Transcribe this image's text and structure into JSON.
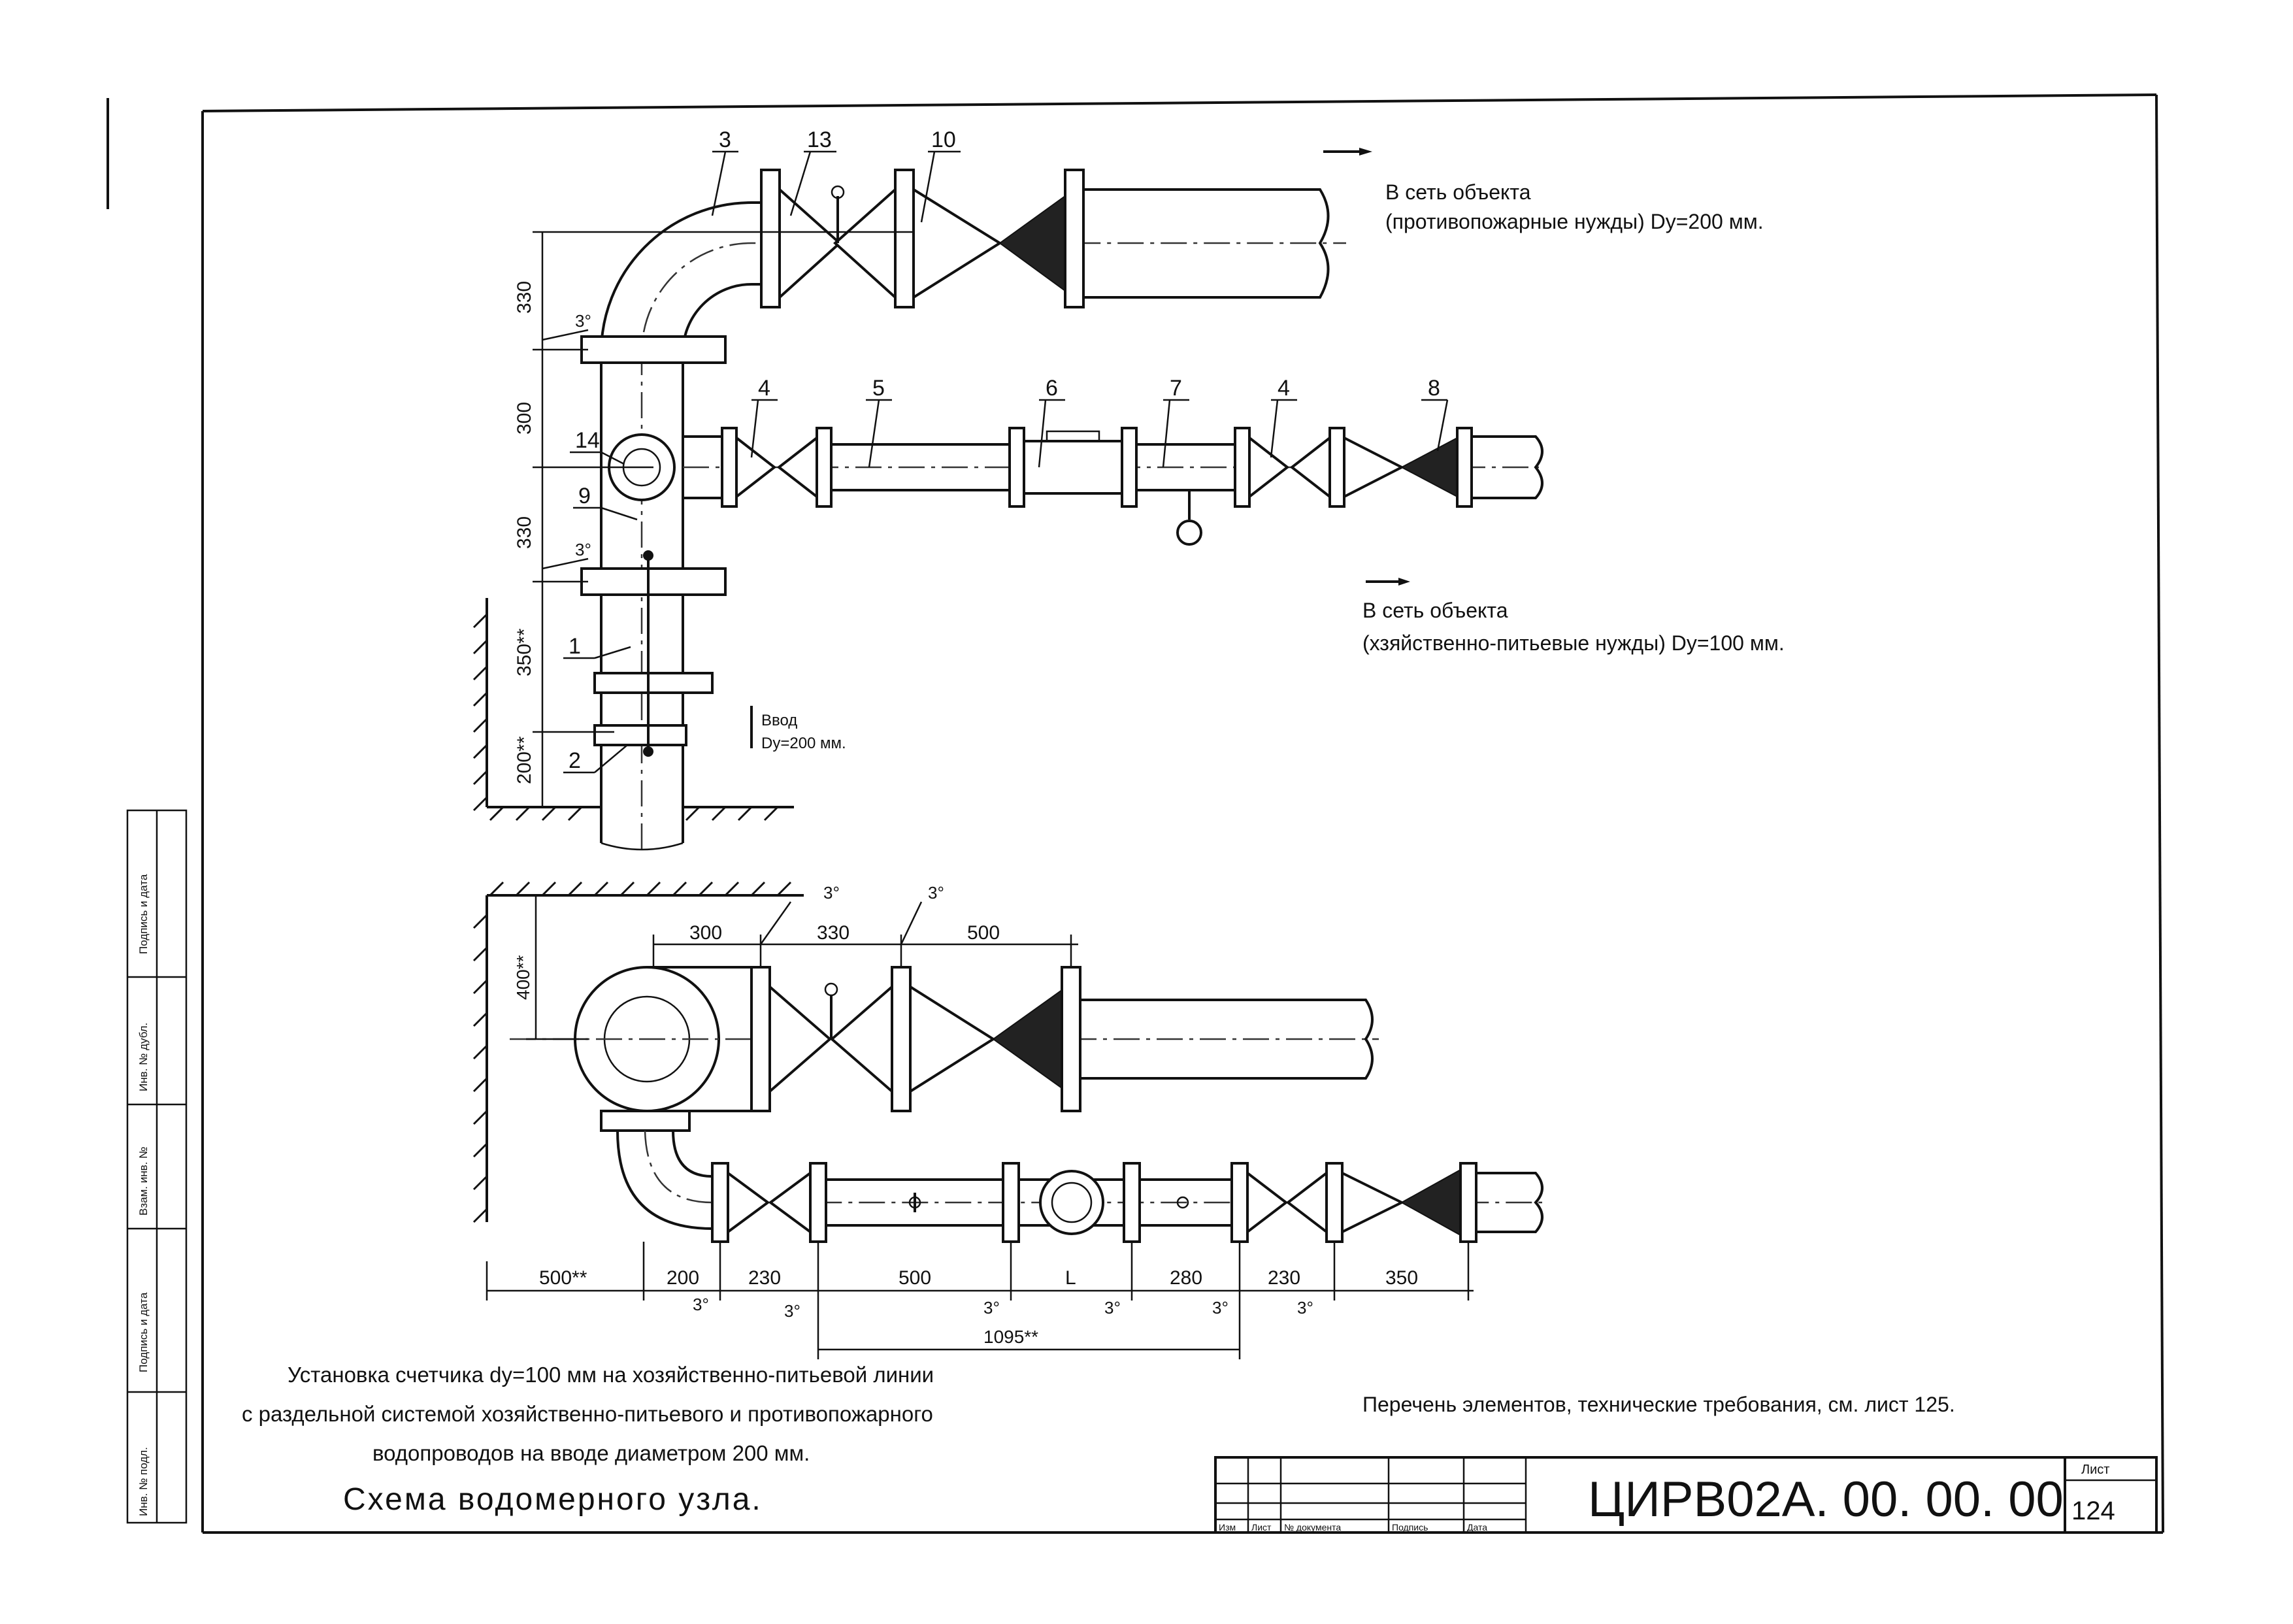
{
  "callouts": {
    "c3": "3",
    "c13": "13",
    "c10": "10",
    "c4a": "4",
    "c5": "5",
    "c6": "6",
    "c7": "7",
    "c4b": "4",
    "c8": "8",
    "c14": "14",
    "c9": "9",
    "c1": "1",
    "c2": "2"
  },
  "top_scheme": {
    "fire_note_line1": "В сеть объекта",
    "fire_note_line2": "(противопожарные нужды) Dy=200 мм.",
    "domestic_note_line1": "В сеть объекта",
    "domestic_note_line2": "(хзяйственно-питьевые нужды) Dy=100 мм.",
    "inlet_line1": "Ввод",
    "inlet_line2": "Dy=200 мм.",
    "dims_vertical": [
      "330",
      "300",
      "330",
      "350**",
      "200**"
    ],
    "slope": "3°"
  },
  "bottom_scheme": {
    "dims_top": [
      "300",
      "330",
      "500"
    ],
    "dim_vertical": "400**",
    "slope": "3°",
    "dims_bottom": [
      "500**",
      "200",
      "230",
      "500",
      "L",
      "280",
      "230",
      "350"
    ],
    "dim_total": "1095**"
  },
  "captions": {
    "main_line1": "Установка счетчика dy=100 мм на хозяйственно-питьевой линии",
    "main_line2": "с раздельной системой хозяйственно-питьевого и противопожарного",
    "main_line3": "водопроводов на вводе диаметром 200 мм.",
    "scheme_title": "Схема водомерного узла.",
    "reference": "Перечень элементов, технические требования, см. лист 125."
  },
  "title_block": {
    "doc_code": "ЦИРВ02А. 00. 00. 00",
    "sheet_label": "Лист",
    "sheet_number": "124",
    "col_labels": [
      "Изм",
      "Лист",
      "№ документа",
      "Подпись",
      "Дата"
    ]
  },
  "side_stamp": {
    "labels": [
      "Подпись и дата",
      "Инв. № дубл.",
      "Взам. инв. №",
      "Подпись и дата",
      "Инв. № подл."
    ]
  }
}
